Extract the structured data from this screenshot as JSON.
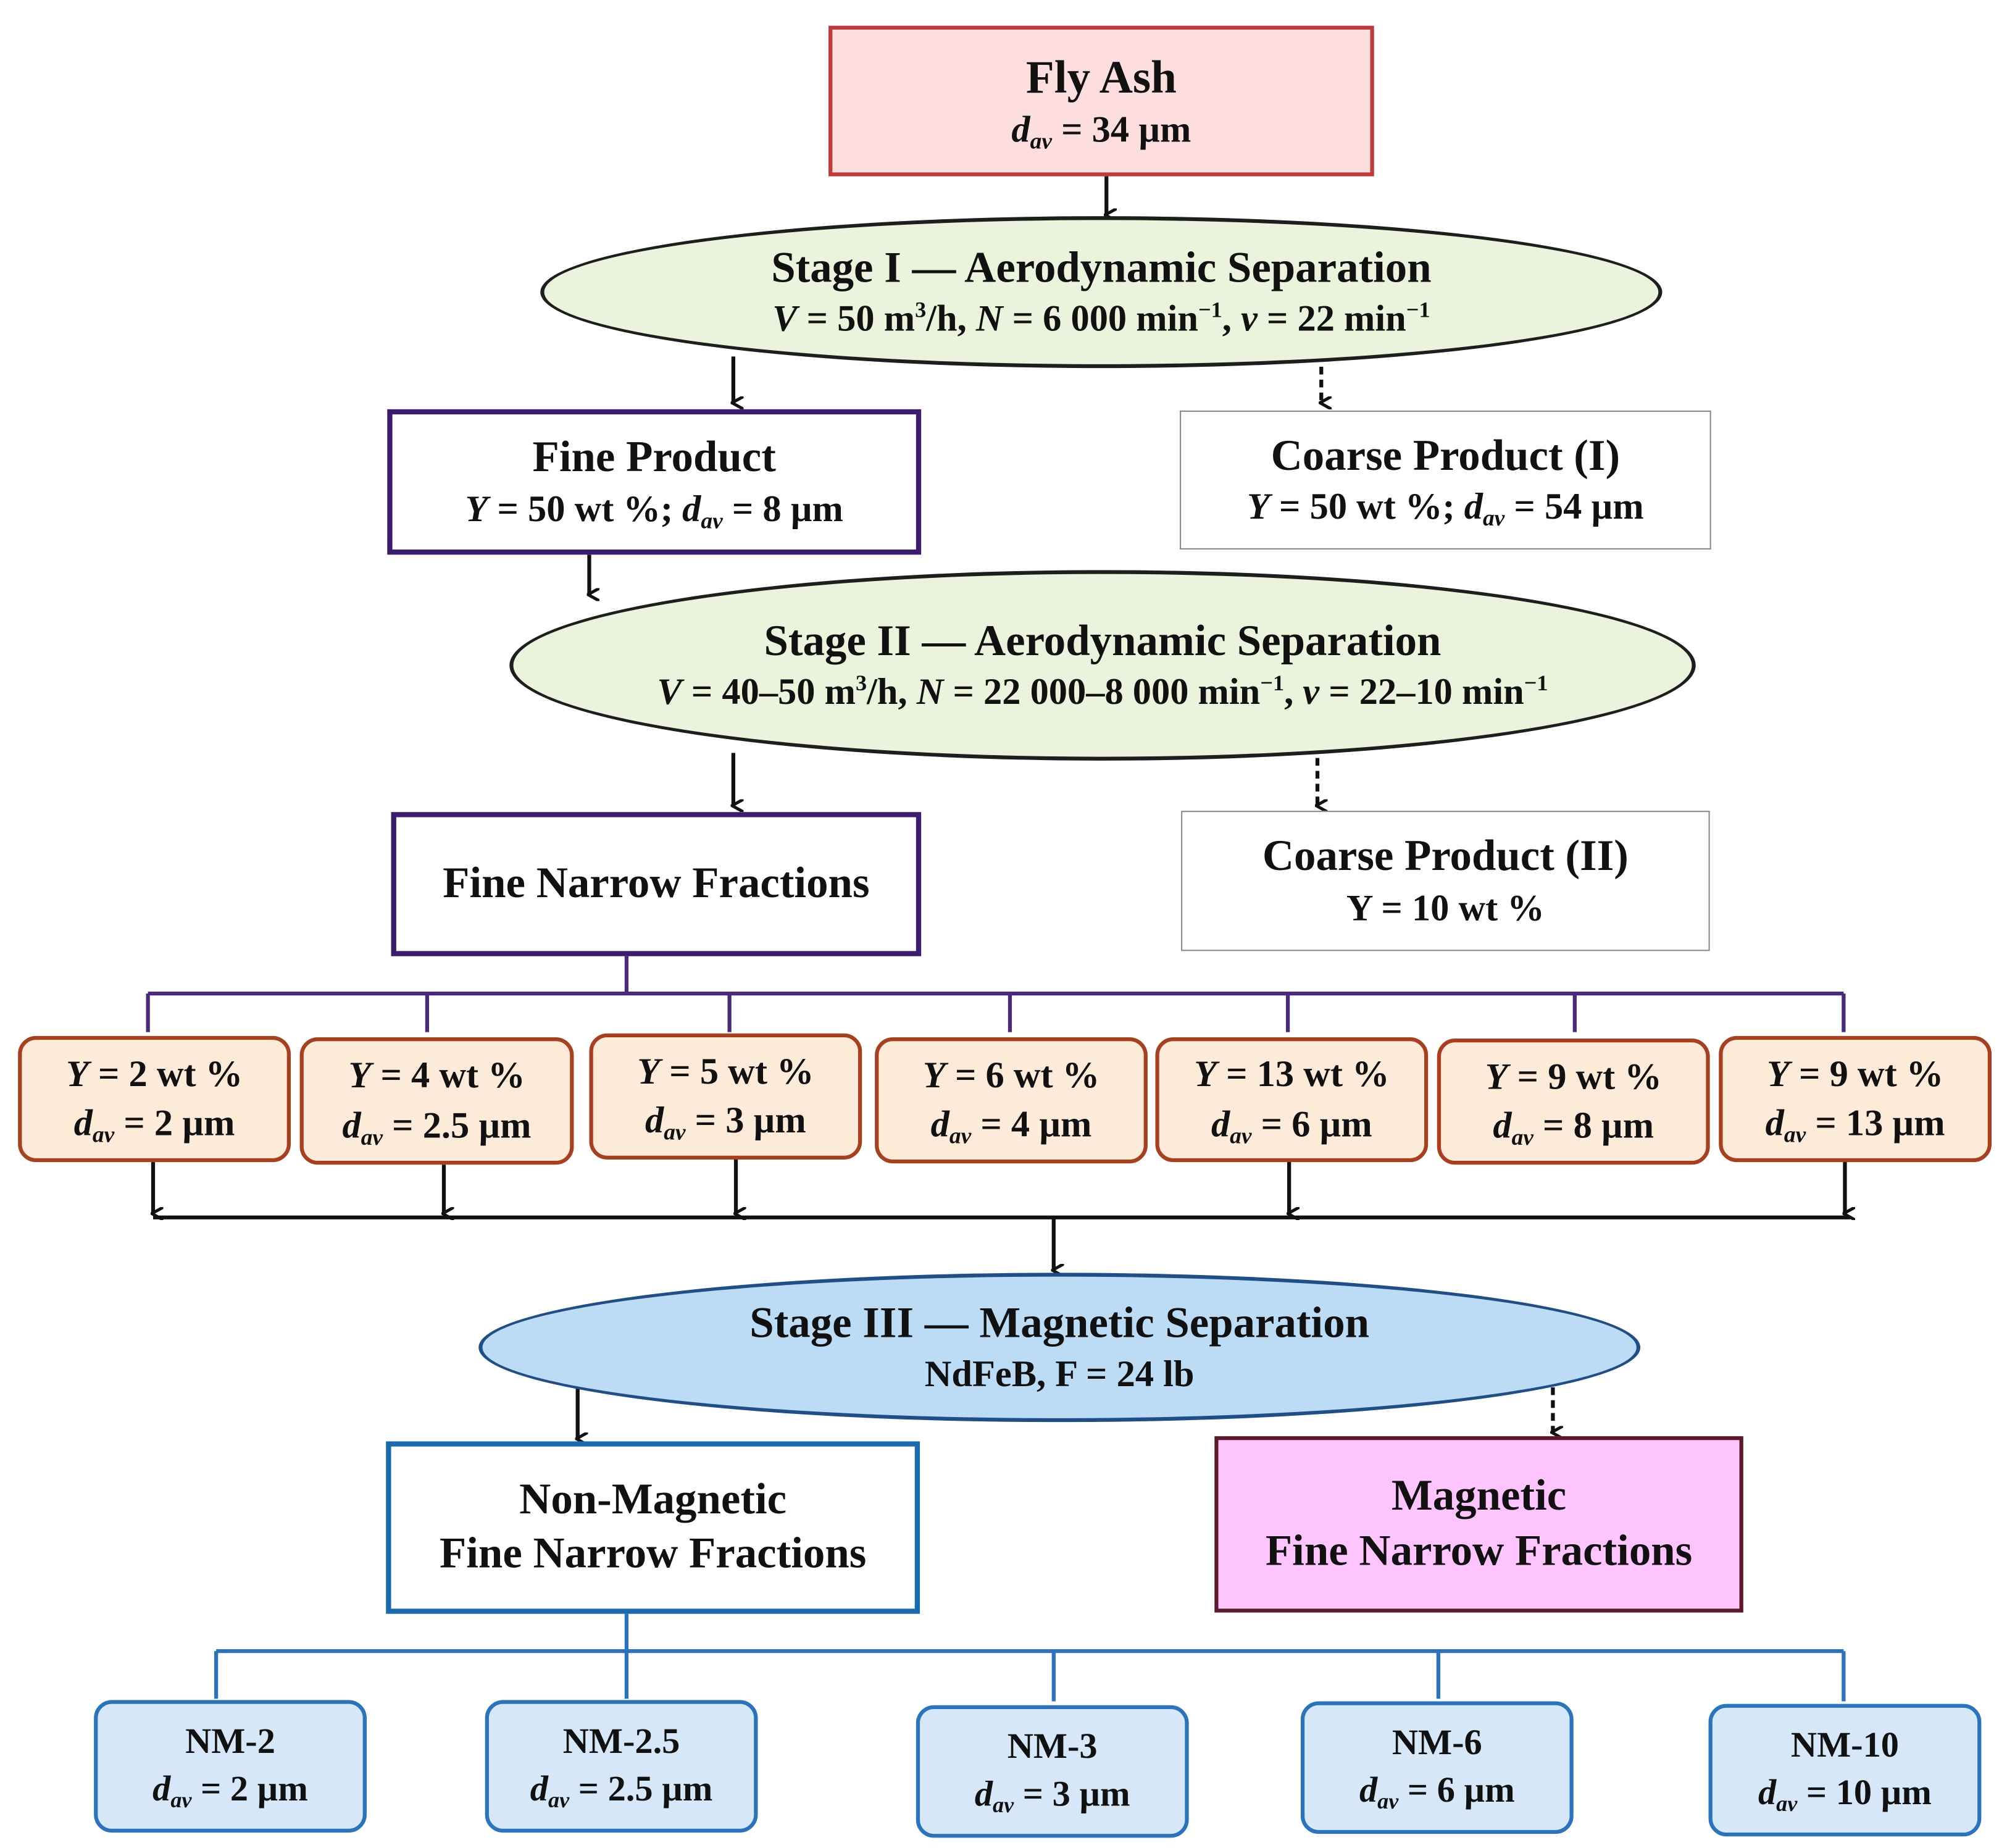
{
  "fly_ash": {
    "title": "Fly Ash",
    "d_label": "d",
    "d_sub": "av",
    "d_value": " = 34 µm"
  },
  "stage1": {
    "title": "Stage I — Aerodynamic Separation",
    "params": {
      "V": "V",
      "a": " = 50 m",
      "a_sup": "3",
      "b": "/h, ",
      "N": "N",
      "c": " = 6 000 min",
      "c_sup": "−1",
      "d": ", ",
      "v": "v",
      "e": " = 22 min",
      "e_sup": "−1"
    }
  },
  "fine_product": {
    "title": "Fine Product",
    "Y": "Y",
    "y_value": " = 50 wt %; ",
    "d_label": "d",
    "d_sub": "av",
    "d_value": " = 8 µm"
  },
  "coarse1": {
    "title": "Coarse Product (I)",
    "Y": "Y",
    "y_value": " = 50 wt %; ",
    "d_label": "d",
    "d_sub": "av",
    "d_value": " = 54 µm"
  },
  "stage2": {
    "title": "Stage II — Aerodynamic Separation",
    "params": {
      "V": "V",
      "a": " = 40–50 m",
      "a_sup": "3",
      "b": "/h, ",
      "N": "N",
      "c": " = 22 000–8 000 min",
      "c_sup": "−1",
      "d": ", ",
      "v": "v",
      "e": " = 22–10 min",
      "e_sup": "−1"
    }
  },
  "fine_narrow": {
    "title": "Fine Narrow Fractions"
  },
  "coarse2": {
    "title": "Coarse Product (II)",
    "yield": "Y = 10 wt %"
  },
  "fractions": [
    {
      "Y": "Y",
      "y_value": " = 2 wt %",
      "d_label": "d",
      "d_sub": "av",
      "d_value": " = 2 µm"
    },
    {
      "Y": "Y",
      "y_value": " = 4 wt %",
      "d_label": "d",
      "d_sub": "av",
      "d_value": " = 2.5 µm"
    },
    {
      "Y": "Y",
      "y_value": " = 5 wt %",
      "d_label": "d",
      "d_sub": "av",
      "d_value": " = 3 µm"
    },
    {
      "Y": "Y",
      "y_value": " = 6 wt %",
      "d_label": "d",
      "d_sub": "av",
      "d_value": " = 4 µm"
    },
    {
      "Y": "Y",
      "y_value": " = 13 wt %",
      "d_label": "d",
      "d_sub": "av",
      "d_value": " = 6 µm"
    },
    {
      "Y": "Y",
      "y_value": " = 9 wt %",
      "d_label": "d",
      "d_sub": "av",
      "d_value": " = 8 µm"
    },
    {
      "Y": "Y",
      "y_value": " = 9 wt %",
      "d_label": "d",
      "d_sub": "av",
      "d_value": " = 13 µm"
    }
  ],
  "stage3": {
    "title": "Stage III — Magnetic Separation",
    "params": "NdFeB, F = 24 lb"
  },
  "non_magnetic": {
    "line1": "Non-Magnetic",
    "line2": "Fine Narrow Fractions"
  },
  "magnetic": {
    "line1": "Magnetic",
    "line2": "Fine Narrow Fractions"
  },
  "nm_products": [
    {
      "name": "NM-2",
      "d_label": "d",
      "d_sub": "av",
      "d_value": " = 2 µm"
    },
    {
      "name": "NM-2.5",
      "d_label": "d",
      "d_sub": "av",
      "d_value": " = 2.5 µm"
    },
    {
      "name": "NM-3",
      "d_label": "d",
      "d_sub": "av",
      "d_value": " = 3 µm"
    },
    {
      "name": "NM-6",
      "d_label": "d",
      "d_sub": "av",
      "d_value": " = 6 µm"
    },
    {
      "name": "NM-10",
      "d_label": "d",
      "d_sub": "av",
      "d_value": " = 10 µm"
    }
  ],
  "colors": {
    "fly_ash_fill": "#fddede",
    "fly_ash_border": "#c0393b",
    "stage_aero_fill": "#ebf3dc",
    "stage_aero_border": "#1e1e1e",
    "fine_border": "#3d1c6e",
    "coarse_border": "#8a8a8a",
    "fraction_fill": "#fdebd9",
    "fraction_border": "#a8401f",
    "stage_mag_fill": "#bcdcf6",
    "stage_mag_border": "#1f4f86",
    "nonmag_border": "#1a6ab2",
    "mag_fill": "#fdc4fd",
    "mag_border": "#5a1a2a",
    "nm_fill": "#d6e8f8",
    "nm_border": "#2a74bd",
    "purple_line": "#4b2a7a",
    "blue_line": "#2a74bd"
  }
}
